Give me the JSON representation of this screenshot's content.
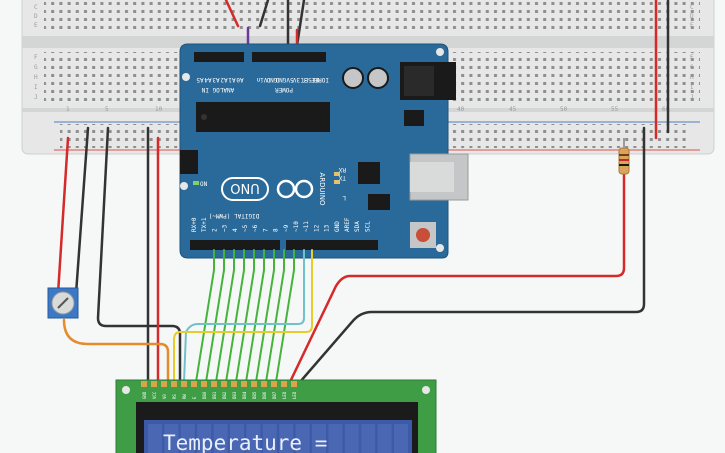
{
  "breadboard": {
    "row_labels_top": [
      "C",
      "D",
      "E"
    ],
    "row_labels_bottom": [
      "F",
      "G",
      "H",
      "I",
      "J"
    ],
    "column_numbers": [
      "1",
      "5",
      "10",
      "40",
      "45",
      "50",
      "55",
      "60"
    ]
  },
  "arduino": {
    "model": "UNO",
    "brand": "ARDUINO",
    "header_top_left": [
      "A5",
      "A4",
      "A3",
      "A2",
      "A1",
      "A0"
    ],
    "header_top_right": [
      "Vin",
      "GND",
      "GND",
      "5V",
      "3.3V",
      "RESET",
      "IOREF"
    ],
    "analog_label": "ANALOG IN",
    "power_label": "POWER",
    "digital_label": "DIGITAL (PWM~)",
    "digital_pins": [
      "RX+0",
      "TX+1",
      "2",
      "~3",
      "4",
      "~5",
      "~6",
      "7",
      "8",
      "~9",
      "~10",
      "~11",
      "12",
      "13",
      "GND",
      "AREF",
      "SDA",
      "SCL"
    ],
    "on_label": "ON",
    "tx_label": "TX",
    "rx_label": "RX",
    "l_label": "L"
  },
  "lcd": {
    "display_text": "Temperature =",
    "pin_labels": [
      "GND",
      "VCC",
      "V0",
      "RS",
      "RW",
      "E",
      "DB0",
      "DB1",
      "DB2",
      "DB3",
      "DB4",
      "DB5",
      "DB6",
      "DB7",
      "LED",
      "LED"
    ]
  },
  "colors": {
    "background": "#f6f7f7",
    "breadboard": "#e6e7e6",
    "arduino_board": "#2a6a9a",
    "pcb_green": "#3f9e45",
    "lcd_screen": "#3d5aa8",
    "wire_red": "#d42a2a",
    "wire_black": "#333333",
    "wire_green": "#44b53a",
    "wire_orange": "#e48b2a",
    "wire_yellow": "#e8cc2a",
    "wire_cyan": "#6fc1cc",
    "wire_purple": "#6a3a9a"
  }
}
